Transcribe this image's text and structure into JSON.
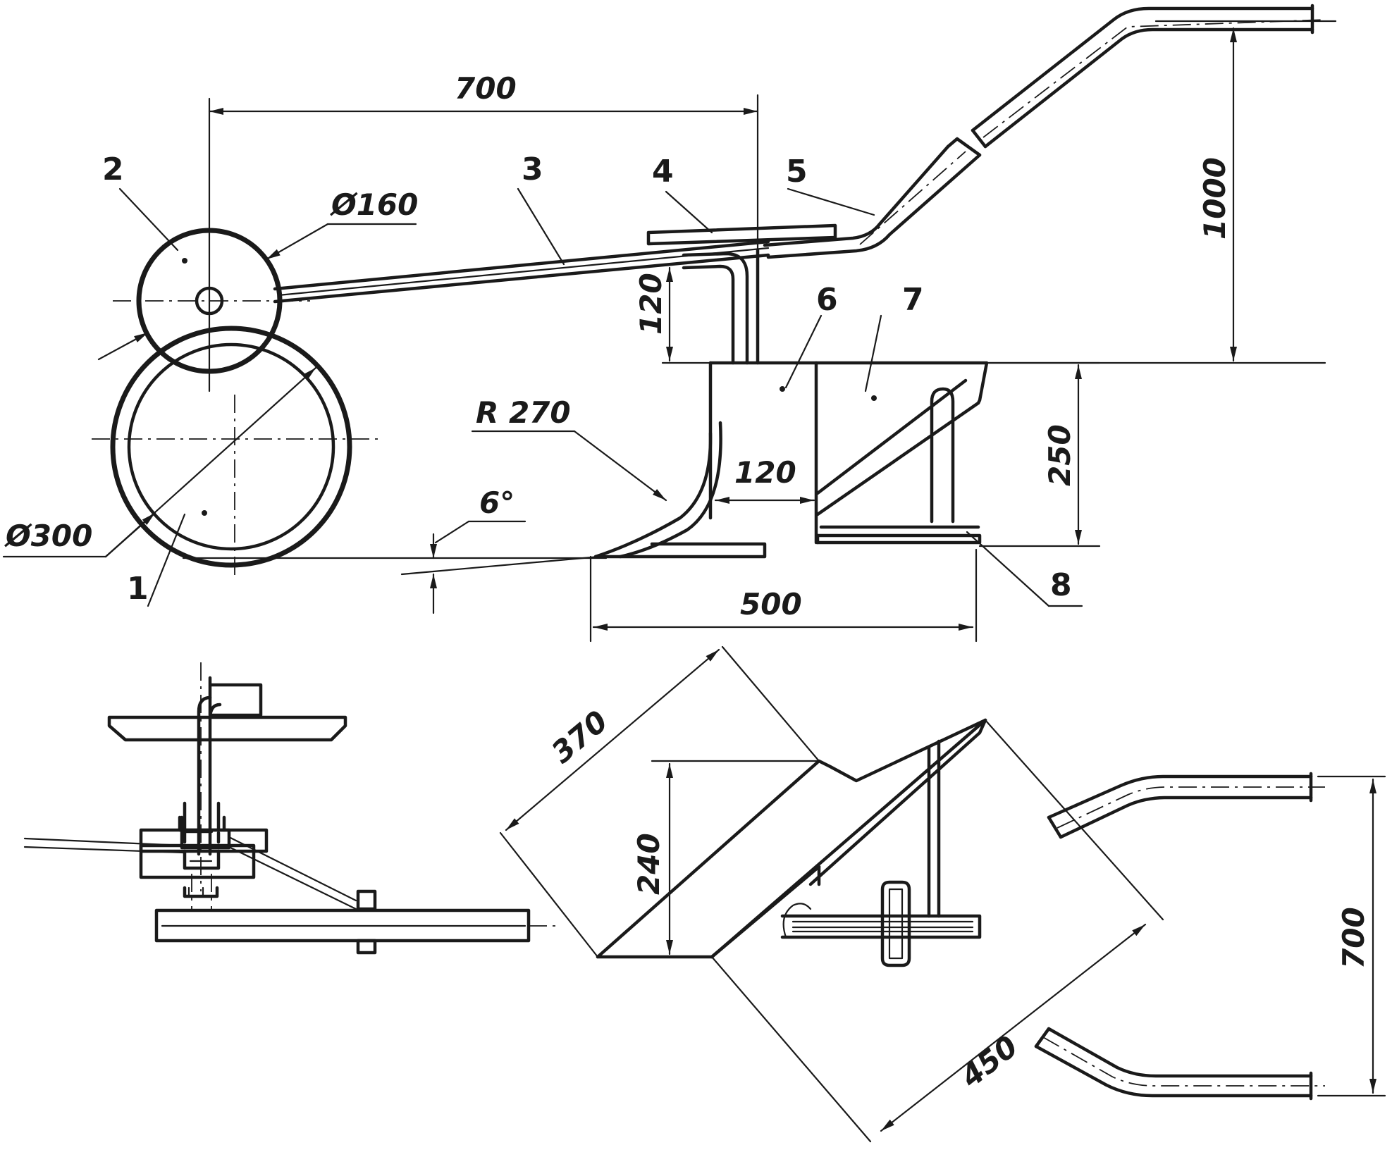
{
  "dimensions": {
    "d700_top": "700",
    "d160": "Ø160",
    "d300": "Ø300",
    "d1000": "1000",
    "d120_vert": "120",
    "d120_horiz": "120",
    "d250": "250",
    "r270": "R 270",
    "angle6": "6°",
    "d500": "500",
    "d370": "370",
    "d240": "240",
    "d450": "450",
    "d700_right": "700"
  },
  "part_numbers": {
    "p1": "1",
    "p2": "2",
    "p3": "3",
    "p4": "4",
    "p5": "5",
    "p6": "6",
    "p7": "7",
    "p8": "8"
  },
  "colors": {
    "ink": "#1a1a1a",
    "paper": "#ffffff"
  }
}
